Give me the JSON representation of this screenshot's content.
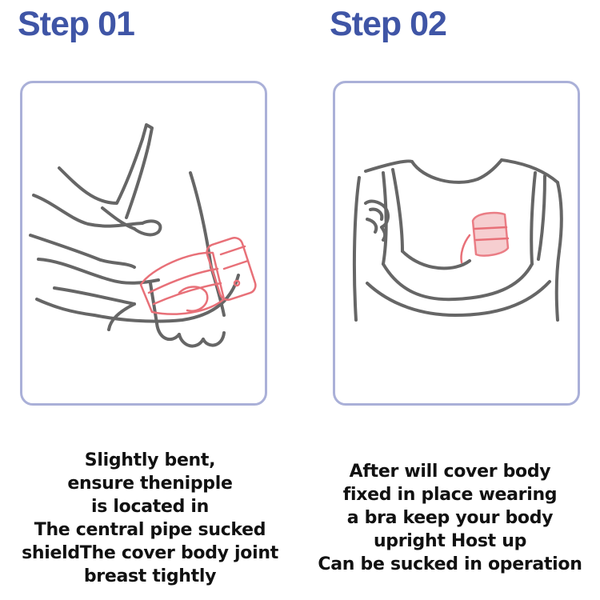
{
  "steps": [
    {
      "title": "Step 01",
      "caption_lines": [
        "Slightly bent,",
        "ensure thenipple",
        "is located in",
        "The central pipe sucked",
        "shieldThe cover body joint",
        "breast tightly"
      ]
    },
    {
      "title": "Step 02",
      "caption_lines": [
        "After will cover body",
        "fixed in place wearing",
        "a bra keep your body",
        "upright Host up",
        "Can be sucked in operation"
      ]
    }
  ],
  "colors": {
    "title": "#3f55a6",
    "panel_border": "#aab0d8",
    "line_art": "#666666",
    "device": "#e87078",
    "device_fill": "#f6c9cc"
  }
}
